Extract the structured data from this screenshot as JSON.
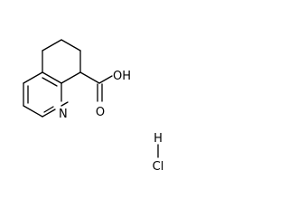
{
  "molecule": {
    "atoms": {
      "nitrogen": "N",
      "hydroxyl": "OH",
      "carbonyl_oxygen": "O",
      "salt_hydrogen": "H",
      "chlorine": "Cl"
    }
  },
  "colors": {
    "bond": "#000000",
    "label": "#000000",
    "background": "#ffffff"
  }
}
